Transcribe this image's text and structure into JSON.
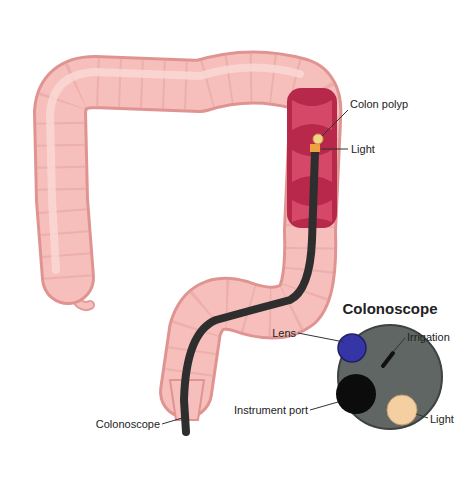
{
  "diagram": {
    "title": "Colonoscope",
    "labels": [
      "Colon polyp",
      "Light",
      "Lens",
      "Irrigation",
      "Instrument port",
      "Light",
      "Colonoscope"
    ]
  }
}
